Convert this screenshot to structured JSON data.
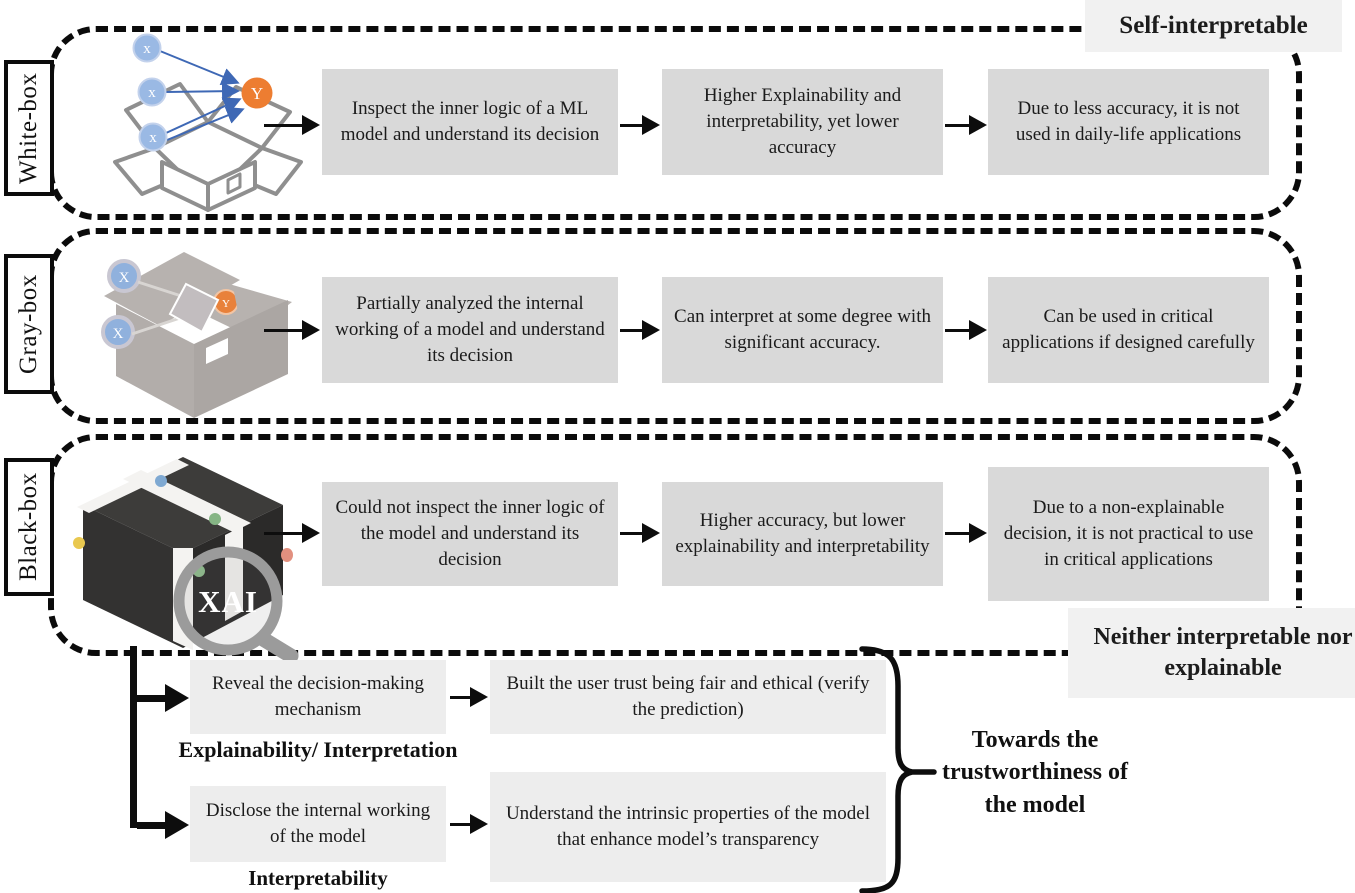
{
  "rows": [
    {
      "side_label": "White-box",
      "corner_tag": "Self-interpretable",
      "icon": {
        "name": "open-white-box",
        "inputs": [
          "x",
          "x",
          "x"
        ],
        "output": "Y"
      },
      "boxes": [
        "Inspect the inner logic of a ML model and understand its decision",
        "Higher Explainability and interpretability, yet lower accuracy",
        "Due to less accuracy, it is not used in daily-life applications"
      ]
    },
    {
      "side_label": "Gray-box",
      "icon": {
        "name": "partially-open-gray-box",
        "inputs": [
          "X",
          "X"
        ],
        "output": "Y"
      },
      "boxes": [
        "Partially analyzed the internal working of a model and understand its decision",
        "Can interpret at some degree with significant accuracy.",
        "Can be used in critical applications if designed carefully"
      ]
    },
    {
      "side_label": "Black-box",
      "corner_tag": "Neither interpretable nor explainable",
      "icon": {
        "name": "sealed-black-box-with-magnifier",
        "magnifier_text": "XAI"
      },
      "boxes": [
        "Could not inspect the inner logic of the model and understand its decision",
        "Higher accuracy, but lower explainability and interpretability",
        "Due to a non-explainable decision, it is not practical to use in critical applications"
      ]
    }
  ],
  "bottom": {
    "flows": [
      {
        "step": "Reveal the decision-making mechanism",
        "result": "Built the user trust being fair and ethical (verify the prediction)",
        "label": "Explainability/ Interpretation"
      },
      {
        "step": "Disclose the internal working of the model",
        "result": "Understand the intrinsic properties of the model that enhance model’s transparency",
        "label": "Interpretability"
      }
    ],
    "brace_caption": "Towards the trustworthiness of the model"
  },
  "colors": {
    "row_box_bg": "#d9d9d9",
    "tag_bg": "#f1f1f1",
    "bottom_box_bg": "#ededed",
    "line": "#0d0d0d",
    "input_node": "#9ab9e4",
    "output_node": "#ed7d31",
    "gray_box": "#b5b0ad",
    "black_box": "#3d3c3a",
    "magnifier": "#9b9b9b"
  }
}
